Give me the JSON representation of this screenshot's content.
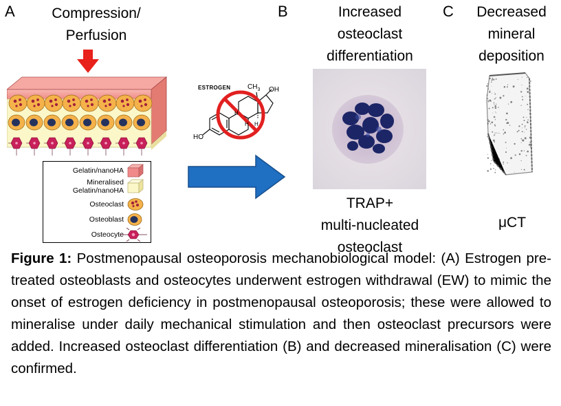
{
  "panels": {
    "a": {
      "letter": "A",
      "stimulus_line1": "Compression/",
      "stimulus_line2": "Perfusion",
      "estrogen_label": "ESTROGEN",
      "chem_ch3": "CH",
      "chem_ch3_sub": "3",
      "chem_oh_top": "OH",
      "chem_h1": "H",
      "chem_h2": "H",
      "chem_h3": "H",
      "chem_ho": "HO",
      "legend": [
        {
          "label": "Gelatin/nanoHA",
          "icon": "pink-cube-icon"
        },
        {
          "label": "Mineralised\nGelatin/nanoHA",
          "icon": "yellow-cube-icon"
        },
        {
          "label": "Osteoclast",
          "icon": "osteoclast-cell-icon"
        },
        {
          "label": "Osteoblast",
          "icon": "osteoblast-cell-icon"
        },
        {
          "label": "Osteocyte",
          "icon": "osteocyte-cell-icon"
        }
      ]
    },
    "b": {
      "letter": "B",
      "title_line1": "Increased",
      "title_line2": "osteoclast",
      "title_line3": "differentiation",
      "sub_line1": "TRAP+",
      "sub_line2": "multi-nucleated",
      "sub_line3": "osteoclast"
    },
    "c": {
      "letter": "C",
      "title_line1": "Decreased",
      "title_line2": "mineral",
      "title_line3": "deposition",
      "sub": "μCT"
    }
  },
  "caption": {
    "label": "Figure 1:",
    "text": " Postmenopausal osteoporosis mechanobiological model: (A) Estrogen pre-treated osteoblasts and osteocytes underwent estrogen withdrawal (EW) to mimic the onset of estrogen deficiency in postmenopausal osteoporosis; these were allowed to mineralise under daily mechanical stimulation and then osteoclast precursors were added. Increased osteoclast differentiation (B) and decreased mineralisation (C) were confirmed."
  },
  "colors": {
    "arrow_red": "#e8211b",
    "arrow_blue": "#1f6fc2",
    "gel_pink": "#f08a8a",
    "mineral_yellow": "#fbf7c8",
    "osteoclast_orange": "#f5b24a",
    "osteoblast_navy": "#25325e",
    "osteocyte_magenta": "#c8205a",
    "ban_red": "#e22020"
  }
}
